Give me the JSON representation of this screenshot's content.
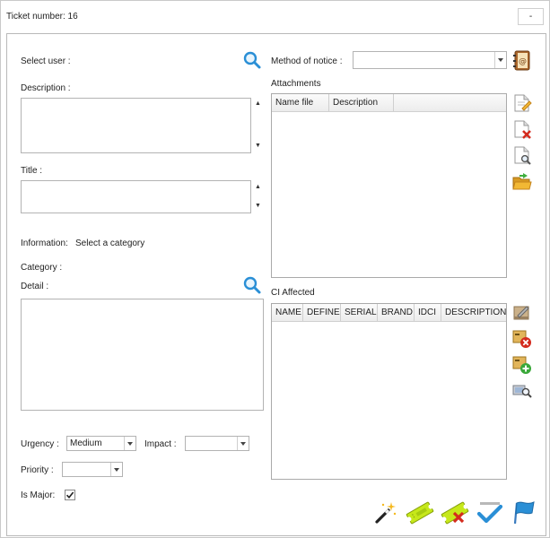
{
  "window": {
    "title": "Ticket number: 16",
    "minimize_label": "-"
  },
  "left": {
    "select_user_label": "Select user :",
    "description_label": "Description :",
    "title_label": "Title :",
    "information_label": "Information:",
    "information_value": "Select a category",
    "category_label": "Category :",
    "detail_label": "Detail :",
    "urgency_label": "Urgency :",
    "urgency_value": "Medium",
    "impact_label": "Impact :",
    "impact_value": "",
    "priority_label": "Priority :",
    "priority_value": "",
    "is_major_label": "Is Major:",
    "is_major_checked": true,
    "description_value": "",
    "title_value": "",
    "detail_value": ""
  },
  "right": {
    "method_label": "Method of notice :",
    "method_value": "",
    "attachments_label": "Attachments",
    "attachments_columns": [
      "Name file",
      "Description"
    ],
    "ci_label": "CI Affected",
    "ci_columns": [
      "NAME",
      "DEFINE",
      "SERIAL",
      "BRAND",
      "IDCI",
      "DESCRIPTION"
    ]
  },
  "colors": {
    "accent_blue": "#2a8fd6",
    "ticket_green": "#c6e81a",
    "delete_red": "#d42b1e",
    "folder_yellow": "#f2b834"
  },
  "icons": {
    "select_user": "magnifier-icon",
    "detail_search": "magnifier-icon",
    "address_book": "address-book-icon",
    "add_attachment": "document-add-icon",
    "delete_attachment": "document-delete-icon",
    "view_attachment": "document-search-icon",
    "open_folder": "folder-open-icon",
    "ci_edit": "ci-edit-icon",
    "ci_delete": "ci-delete-icon",
    "ci_add": "ci-add-icon",
    "ci_search": "ci-search-icon",
    "wizard": "magic-wand-icon",
    "ticket": "ticket-icon",
    "ticket_delete": "ticket-delete-icon",
    "confirm": "checkmark-icon",
    "flag": "flag-icon"
  }
}
